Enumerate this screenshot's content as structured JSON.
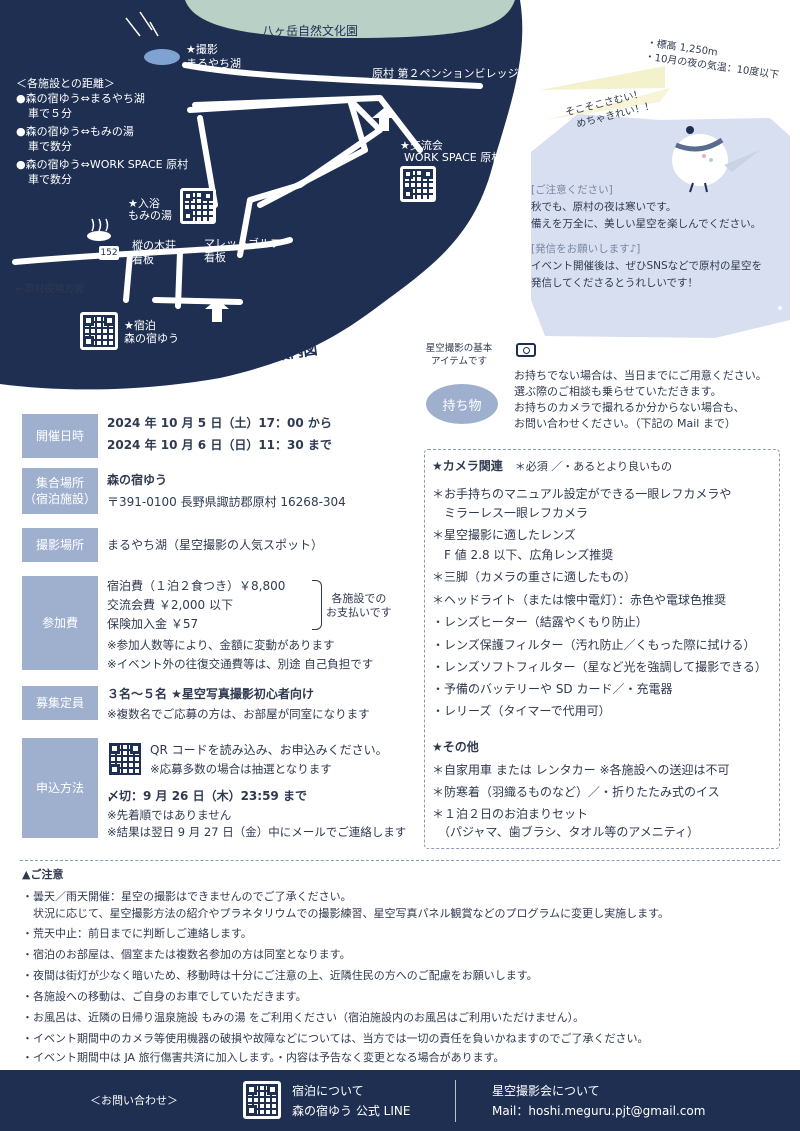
{
  "colors": {
    "navy": "#1f2f52",
    "label": "#9fb0cf",
    "lake": "#b9d0c6",
    "panel": "#d7dff0"
  },
  "map": {
    "lake_label": "八ヶ岳自然文化園",
    "photo_tag": "★撮影",
    "photo_place": "まるやち湖",
    "street_pension": "原村 第２ペンションビレッジ",
    "distances": {
      "title": "＜各施設との距離＞",
      "items": [
        {
          "route": "●森の宿ゆう⇔まるやち湖",
          "time": "車で５分"
        },
        {
          "route": "●森の宿ゆう⇔もみの湯",
          "time": "車で数分"
        },
        {
          "route": "●森の宿ゆう⇔WORK SPACE 原村",
          "time": "車で数分"
        }
      ]
    },
    "exchange_tag": "★交流会",
    "exchange_place": "WORK SPACE 原村",
    "bath_tag": "★入浴",
    "bath_place": "もみの湯",
    "sign1_a": "樅の木荘",
    "sign1_b": "看板",
    "sign2_a": "マレットゴルフ",
    "sign2_b": "看板",
    "route152": "152",
    "town_office": "←原村役場方面",
    "stay_tag": "★宿泊",
    "stay_place": "森の宿ゆう",
    "map_title": "会場案内図"
  },
  "info_panel": {
    "bullets": [
      "・標高 1,250m",
      "・10月の夜の気温：10度以下"
    ],
    "bird_text_1": "そこそこさむい！",
    "bird_text_2": "めちゃきれい！！",
    "caution_head": "[ご注意ください]",
    "caution_1": "秋でも、原村の夜は寒いです。",
    "caution_2": "備えを万全に、美しい星空を楽しんでください。",
    "request_head": "[発信をお願いします♪]",
    "request_1": "イベント開催後は、ぜひSNSなどで原村の星空を",
    "request_2": "発信してくださるとうれしいです！"
  },
  "bring": {
    "bubble_1": "星空撮影の基本",
    "bubble_2": "アイテムです",
    "tag": "持ち物",
    "lines": [
      "お持ちでない場合は、当日までにご用意ください。",
      "選ぶ際のご相談も乗らせていただきます。",
      "お持ちのカメラで撮れるか分からない場合も、",
      "お問い合わせください。（下記の Mail まで）"
    ]
  },
  "details": {
    "date_label": "開催日時",
    "date_1": "2024 年 10 月 5 日（土）17：00 から",
    "date_2": "2024 年 10 月 6 日（日）11：30 まで",
    "meet_label_1": "集合場所",
    "meet_label_2": "（宿泊施設）",
    "meet_name": "森の宿ゆう",
    "meet_addr": "〒391-0100 長野県諏訪郡原村 16268-304",
    "shoot_label": "撮影場所",
    "shoot_value": "まるやち湖（星空撮影の人気スポット）",
    "fee_label": "参加費",
    "fee_1": "宿泊費（１泊２食つき）￥8,800",
    "fee_2": "交流会費 ￥2,000 以下",
    "fee_3": "保険加入金 ￥57",
    "fee_side_1": "各施設での",
    "fee_side_2": "お支払いです",
    "fee_note_1": "※参加人数等により、金額に変動があります",
    "fee_note_2": "※イベント外の往復交通費等は、別途 自己負担です",
    "cap_label": "募集定員",
    "cap_1": "３名～５名 ★星空写真撮影初心者向け",
    "cap_2": "※複数名でご応募の方は、お部屋が同室になります",
    "apply_label": "申込方法",
    "apply_1": "QR コードを読み込み、お申込みください。",
    "apply_2": "※応募多数の場合は抽選となります",
    "apply_3": "〆切：9 月 26 日（木）23:59 まで",
    "apply_4": "※先着順ではありません",
    "apply_5": "※結果は翌日 9 月 27 日（金）中にメールでご連絡します"
  },
  "items": {
    "camera_head": "★カメラ関連",
    "camera_legend": "＊必須 ／・あるとより良いもの",
    "camera": [
      "＊お手持ちのマニュアル設定ができる一眼レフカメラや",
      "　ミラーレス一眼レフカメラ",
      "＊星空撮影に適したレンズ",
      "　F 値 2.8 以下、広角レンズ推奨",
      "＊三脚（カメラの重さに適したもの）",
      "＊ヘッドライト（または懐中電灯）：赤色や電球色推奨",
      "・レンズヒーター（結露やくもり防止）",
      "・レンズ保護フィルター（汚れ防止／くもった際に拭ける）",
      "・レンズソフトフィルター（星など光を強調して撮影できる）",
      "・予備のバッテリーや SD カード／・充電器",
      "・レリーズ（タイマーで代用可）"
    ],
    "other_head": "★その他",
    "other": [
      "＊自家用車 または レンタカー ※各施設への送迎は不可",
      "＊防寒着（羽織るものなど）／・折りたたみ式のイス",
      "＊１泊２日のお泊まりセット",
      "　（パジャマ、歯ブラシ、タオル等のアメニティ）"
    ]
  },
  "caution": {
    "head": "ご注意",
    "lines": [
      "・曇天／雨天開催：星空の撮影はできませんのでご了承ください。",
      "　状況に応じて、星空撮影方法の紹介やプラネタリウムでの撮影練習、星空写真パネル観賞などのプログラムに変更し実施します。",
      "・荒天中止：前日までに判断しご連絡します。",
      "・宿泊のお部屋は、個室または複数名参加の方は同室となります。",
      "・夜間は街灯が少なく暗いため、移動時は十分にご注意の上、近隣住民の方へのご配慮をお願いします。",
      "・各施設への移動は、ご自身のお車でしていただきます。",
      "・お風呂は、近隣の日帰り温泉施設 もみの湯 をご利用ください（宿泊施設内のお風呂はご利用いただけません）。",
      "・イベント期間中のカメラ等使用機器の破損や故障などについては、当方では一切の責任を負いかねますのでご了承ください。",
      "・イベント期間中は JA 旅行傷害共済に加入します。・内容は予告なく変更となる場合があります。"
    ]
  },
  "footer": {
    "contact": "＜お問い合わせ＞",
    "stay_1": "宿泊について",
    "stay_2": "森の宿ゆう 公式 LINE",
    "club_1": "星空撮影会について",
    "club_2": "Mail：hoshi.meguru.pjt@gmail.com"
  }
}
